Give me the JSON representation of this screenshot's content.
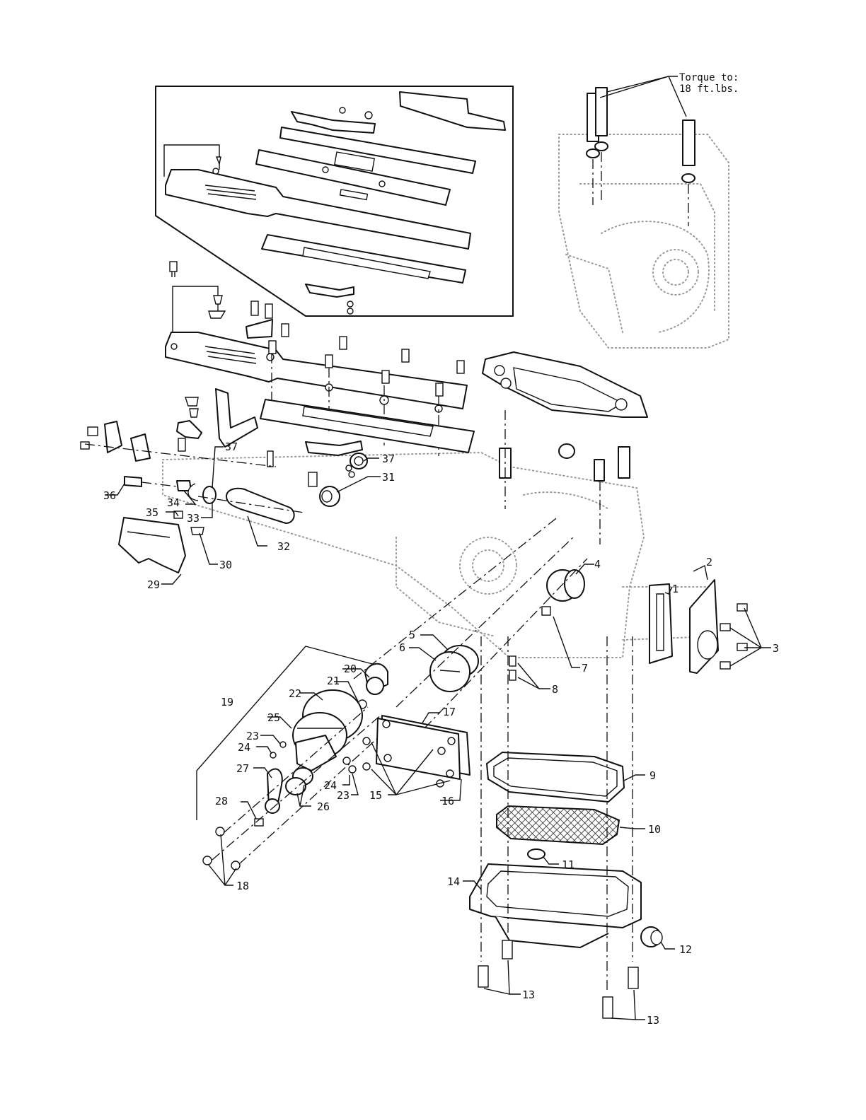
{
  "torque_note": {
    "line1": "Torque to:",
    "line2": "18 ft.lbs."
  },
  "callouts": {
    "c1": "1",
    "c2": "2",
    "c3": "3",
    "c4": "4",
    "c5": "5",
    "c6": "6",
    "c7": "7",
    "c8": "8",
    "c9": "9",
    "c10": "10",
    "c11": "11",
    "c12": "12",
    "c13a": "13",
    "c13b": "13",
    "c14": "14",
    "c15": "15",
    "c16": "16",
    "c17": "17",
    "c18": "18",
    "c19": "19",
    "c20": "20",
    "c21": "21",
    "c22": "22",
    "c23a": "23",
    "c23b": "23",
    "c24a": "24",
    "c24b": "24",
    "c25": "25",
    "c26": "26",
    "c27": "27",
    "c28": "28",
    "c29": "29",
    "c30": "30",
    "c31": "31",
    "c32": "32",
    "c33": "33",
    "c34": "34",
    "c35": "35",
    "c36": "36",
    "c37a": "37",
    "c37b": "37"
  }
}
